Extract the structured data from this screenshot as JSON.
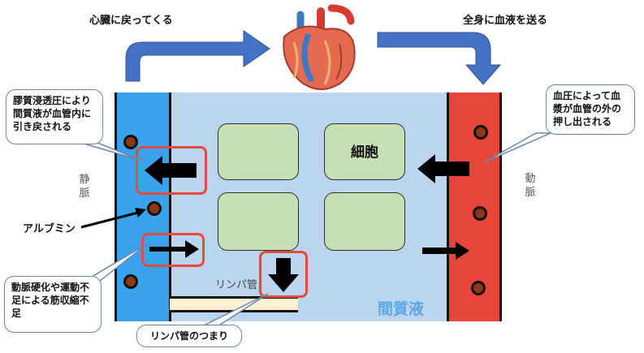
{
  "top": {
    "left_label": "心臓に戻ってくる",
    "right_label": "全身に血液を送る"
  },
  "vessels": {
    "vein_label": "静脈",
    "artery_label": "動脈"
  },
  "cells": {
    "label": "細胞"
  },
  "interstitial_label": "間質液",
  "lymph": {
    "duct_label": "リンパ管"
  },
  "callouts": {
    "oncotic": "膠質浸透圧により間質液が血管内に引き戻される",
    "blood_pressure": "血圧によって血漿が血管の外の押し出される",
    "muscle": "動脈硬化や運動不足による筋収縮不足",
    "lymph_block": "リンパ管のつまり"
  },
  "albumin_label": "アルブミン",
  "colors": {
    "interstitial": "#bcd5ee",
    "vein": "#3aa3ee",
    "artery": "#e8463a",
    "cell": "#c5e0b4",
    "highlight": "#e34b3f",
    "flow_arrow": "#4472c4",
    "interstitial_text": "#5aa6e6"
  },
  "icons": [
    "heart-icon",
    "arrow-left-icon",
    "arrow-right-icon",
    "arrow-down-icon"
  ]
}
